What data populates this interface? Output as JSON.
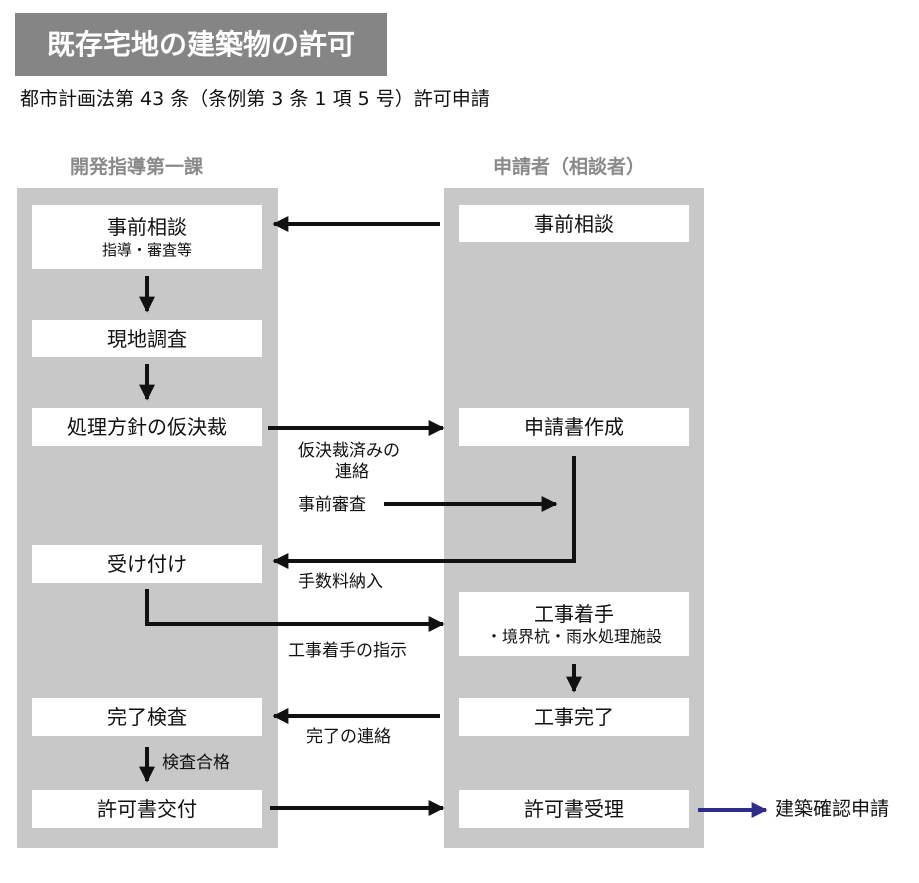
{
  "title": "既存宅地の建築物の許可",
  "subtitle": "都市計画法第 43 条（条例第 3 条 1 項 5 号）許可申請",
  "columns": {
    "left": "開発指導第一課",
    "right": "申請者（相談者）"
  },
  "left_steps": {
    "consult": {
      "main": "事前相談",
      "sub": "指導・審査等"
    },
    "survey": "現地調査",
    "provisional": "処理方針の仮決裁",
    "accept": "受け付け",
    "inspection": "完了検査",
    "issue": "許可書交付"
  },
  "right_steps": {
    "consult": "事前相談",
    "create": "申請書作成",
    "start": {
      "main": "工事着手",
      "sub": "・境界杭・雨水処理施設"
    },
    "complete": "工事完了",
    "receive": "許可書受理"
  },
  "arrow_labels": {
    "provisional_notice_1": "仮決裁済みの",
    "provisional_notice_2": "連絡",
    "pre_review": "事前審査",
    "fee": "手数料納入",
    "start_instruction": "工事着手の指示",
    "completion_notice": "完了の連絡",
    "passed": "検査合格"
  },
  "next_step": "建築確認申請",
  "colors": {
    "title_bg": "#858585",
    "column_bg": "#c8c8c8",
    "header_text": "#8a8a8a",
    "arrow": "#111111",
    "next_arrow": "#2e2e8a"
  }
}
